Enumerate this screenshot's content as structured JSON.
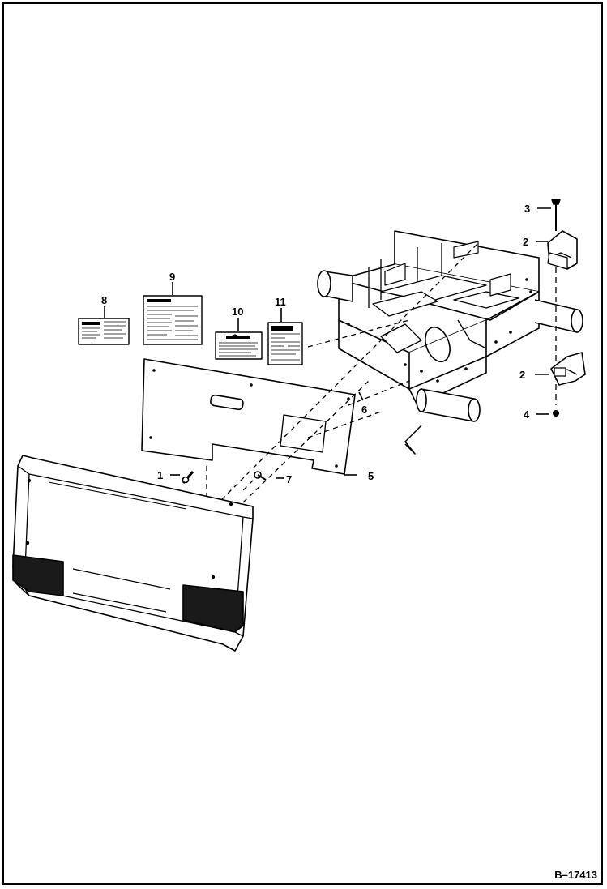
{
  "figure_id": "B–17413",
  "callouts": [
    {
      "id": "c1",
      "label": "1"
    },
    {
      "id": "c2a",
      "label": "2"
    },
    {
      "id": "c2b",
      "label": "2"
    },
    {
      "id": "c3",
      "label": "3"
    },
    {
      "id": "c4",
      "label": "4"
    },
    {
      "id": "c5",
      "label": "5"
    },
    {
      "id": "c6",
      "label": "6"
    },
    {
      "id": "c7",
      "label": "7"
    },
    {
      "id": "c8",
      "label": "8"
    },
    {
      "id": "c9",
      "label": "9"
    },
    {
      "id": "c10",
      "label": "10"
    },
    {
      "id": "c11",
      "label": "11"
    }
  ],
  "colors": {
    "ink": "#000000",
    "paper": "#ffffff",
    "panel": "#1a1a1a"
  }
}
